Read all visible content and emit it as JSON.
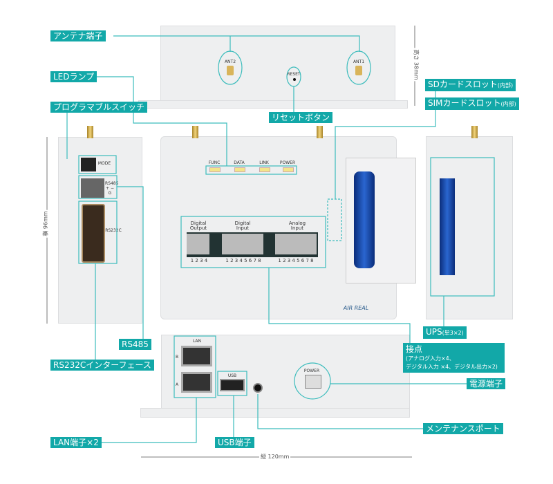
{
  "callouts": {
    "antenna": "アンテナ端子",
    "led": "LEDランプ",
    "prog_switch": "プログラマブルスイッチ",
    "reset": "リセットボタン",
    "sd_slot": "SDカードスロット",
    "sd_slot_note": "(内部)",
    "sim_slot": "SIMカードスロット",
    "sim_slot_note": "(内部)",
    "ups": "UPS",
    "ups_note": "(単3×2)",
    "contacts_title": "接点",
    "contacts_line1": "(アナログ入力×4、",
    "contacts_line2": "デジタル入力 ×4、デジタル出力×2)",
    "power_terminal": "電源端子",
    "maintenance": "メンテナンスポート",
    "rs485": "RS485",
    "rs232c": "RS232Cインターフェース",
    "lan": "LAN端子×2",
    "usb": "USB端子"
  },
  "dimensions": {
    "height": "高さ 38mm",
    "width": "横 96mm",
    "length": "縦 120mm"
  },
  "device_prints": {
    "ant1": "ANT1",
    "ant2": "ANT2",
    "reset": "RESET",
    "leds": [
      "FUNC",
      "DATA",
      "LINK",
      "POWER"
    ],
    "digital_output": "Digital Output",
    "digital_input": "Digital Input",
    "analog_input": "Analog Input",
    "do_numbers": "1 2 3 4",
    "di_numbers": "1 2 3 4 5 6 7 8",
    "ai_numbers": "1 2 3 4 5 6 7 8",
    "mode": "MODE",
    "rs485": "RS485 + − G",
    "rs232c": "RS232C",
    "lan": "LAN",
    "lan_b": "B",
    "lan_a": "A",
    "usb": "USB",
    "power": "POWER",
    "logo": "AIR REAL"
  },
  "colors": {
    "accent": "#12a8a8",
    "line": "#3bbcbc"
  }
}
